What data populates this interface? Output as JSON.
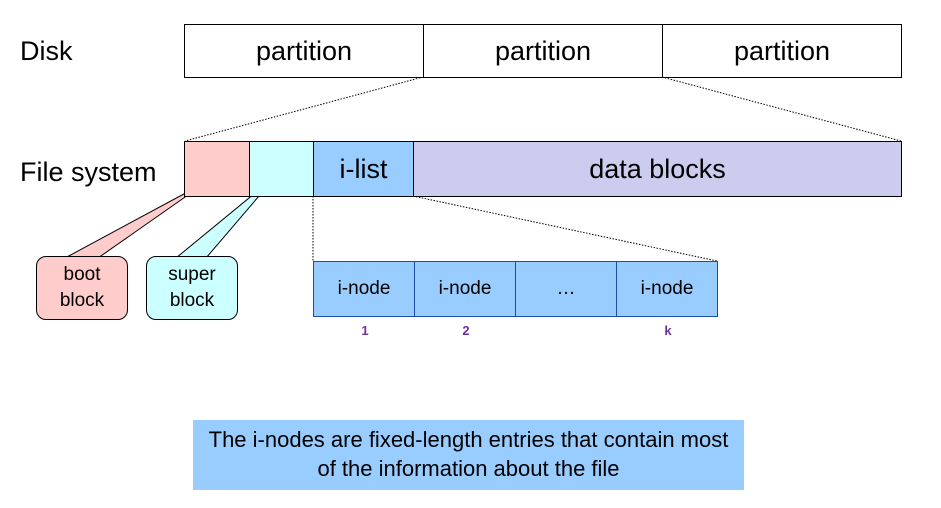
{
  "disk": {
    "label": "Disk",
    "partitions": [
      "partition",
      "partition",
      "partition"
    ]
  },
  "file_system": {
    "label": "File system",
    "i_list": "i-list",
    "data_blocks": "data blocks"
  },
  "callouts": {
    "boot_block": "boot\nblock",
    "super_block": "super\nblock"
  },
  "inodes": {
    "cells": [
      "i-node",
      "i-node",
      "…",
      "i-node"
    ],
    "indices": [
      "1",
      "2",
      "k"
    ]
  },
  "note": "The i-nodes are fixed-length entries that contain most of the information about the file",
  "colors": {
    "boot_block": "#ffcccc",
    "super_block": "#ccffff",
    "i_list": "#99ccff",
    "data_blocks": "#ccccee",
    "inode": "#99ccff",
    "index_text": "#7030a0",
    "note_bg": "#99ccff"
  }
}
